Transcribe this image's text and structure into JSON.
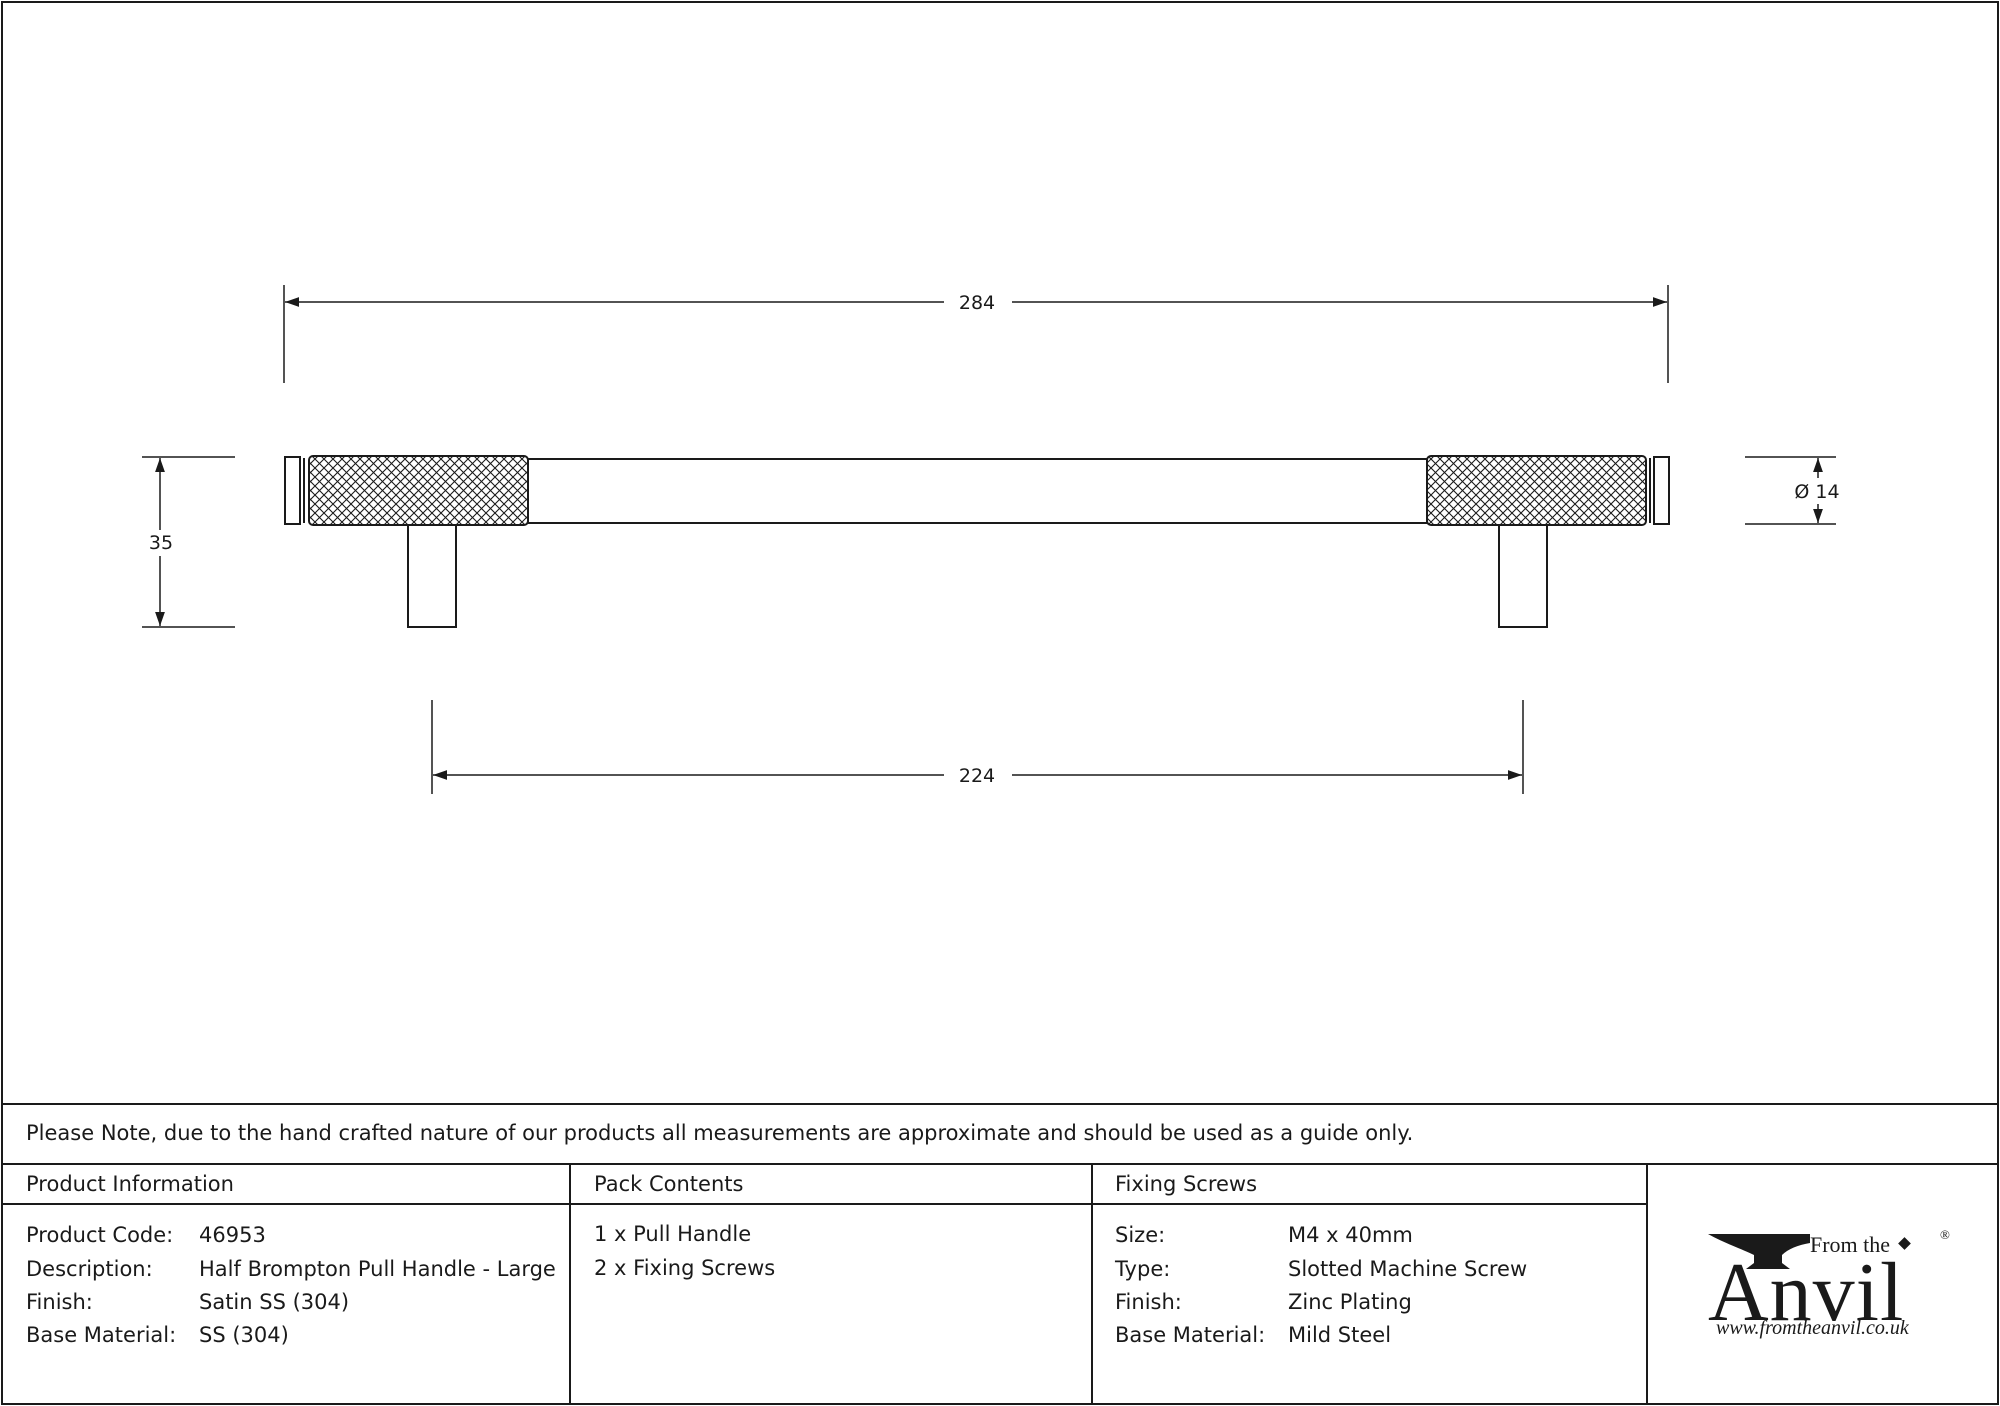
{
  "drawing": {
    "dimensions": {
      "overall_length": "284",
      "centres": "224",
      "projection": "35",
      "diameter": "Ø 14"
    }
  },
  "note": "Please Note, due to the hand crafted nature of our products all measurements are approximate and should be used as a guide only.",
  "product_information": {
    "heading": "Product Information",
    "rows": [
      {
        "label": "Product Code:",
        "value": "46953"
      },
      {
        "label": "Description:",
        "value": "Half Brompton Pull Handle - Large"
      },
      {
        "label": "Finish:",
        "value": "Satin SS (304)"
      },
      {
        "label": "Base Material:",
        "value": "SS (304)"
      }
    ]
  },
  "pack_contents": {
    "heading": "Pack Contents",
    "items": [
      "1 x Pull Handle",
      "2 x Fixing Screws"
    ]
  },
  "fixing_screws": {
    "heading": "Fixing Screws",
    "rows": [
      {
        "label": "Size:",
        "value": "M4 x 40mm"
      },
      {
        "label": "Type:",
        "value": "Slotted Machine Screw"
      },
      {
        "label": "Finish:",
        "value": "Zinc Plating"
      },
      {
        "label": "Base Material:",
        "value": "Mild Steel"
      }
    ]
  },
  "logo": {
    "from_the": "From the",
    "anvil": "Anvil",
    "registered": "®",
    "url": "www.fromtheanvil.co.uk"
  },
  "colors": {
    "line": "#1a1a1a",
    "background": "#ffffff"
  }
}
